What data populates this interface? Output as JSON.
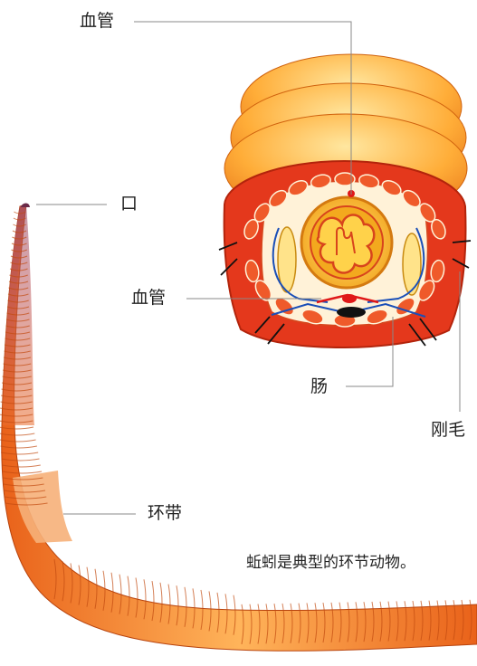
{
  "labels": {
    "blood_vessel_top": "血管",
    "mouth": "口",
    "blood_vessel_mid": "血管",
    "intestine": "肠",
    "setae": "刚毛",
    "clitellum": "环带"
  },
  "caption": "蚯蚓是典型的环节动物。",
  "colors": {
    "body_orange": "#f07a1e",
    "body_highlight": "#ffd27a",
    "ring_line": "#c24a10",
    "head_purple": "#8a3a5a",
    "clitellum": "#f6b079",
    "muscle_red": "#e4381c",
    "gut_yellow": "#ffd54a",
    "vessel_blue": "#1a4fb8",
    "vessel_red": "#e01818"
  }
}
